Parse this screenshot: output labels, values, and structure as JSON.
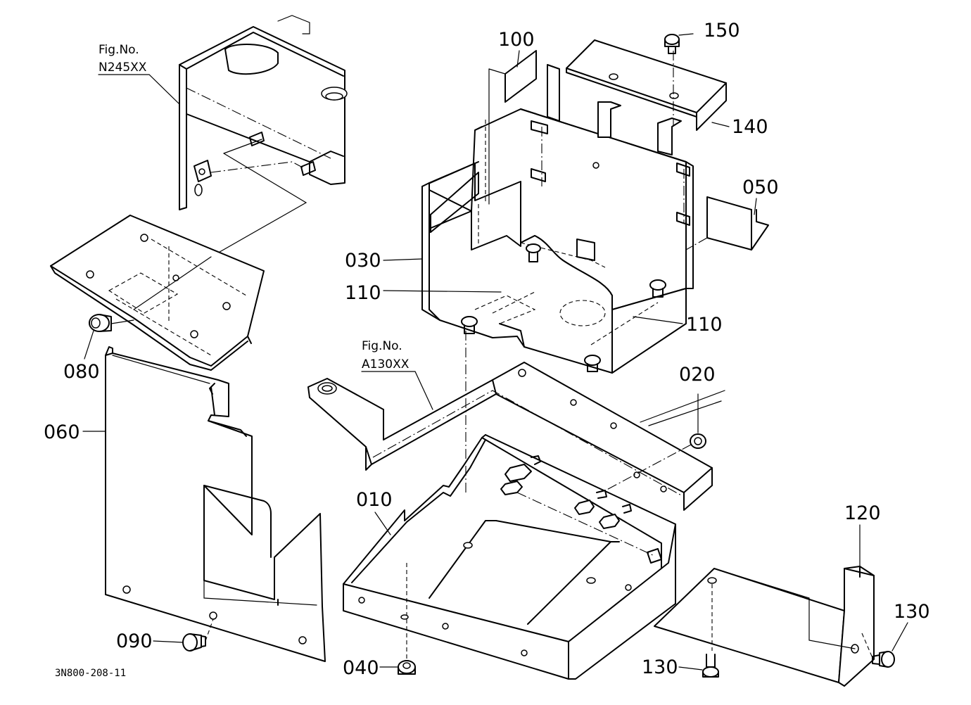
{
  "drawing": {
    "code": "3N800-208-11",
    "refs": [
      {
        "id": "ref-n245",
        "line1": "Fig.No.",
        "line2": "N245XX"
      },
      {
        "id": "ref-a130",
        "line1": "Fig.No.",
        "line2": "A130XX"
      }
    ],
    "parts": [
      {
        "id": "p100",
        "label": "100"
      },
      {
        "id": "p150",
        "label": "150"
      },
      {
        "id": "p140",
        "label": "140"
      },
      {
        "id": "p050",
        "label": "050"
      },
      {
        "id": "p030",
        "label": "030"
      },
      {
        "id": "p110a",
        "label": "110"
      },
      {
        "id": "p110b",
        "label": "110"
      },
      {
        "id": "p080",
        "label": "080"
      },
      {
        "id": "p060",
        "label": "060"
      },
      {
        "id": "p020",
        "label": "020"
      },
      {
        "id": "p010",
        "label": "010"
      },
      {
        "id": "p120",
        "label": "120"
      },
      {
        "id": "p130a",
        "label": "130"
      },
      {
        "id": "p130b",
        "label": "130"
      },
      {
        "id": "p090",
        "label": "090"
      },
      {
        "id": "p040",
        "label": "040"
      }
    ]
  }
}
